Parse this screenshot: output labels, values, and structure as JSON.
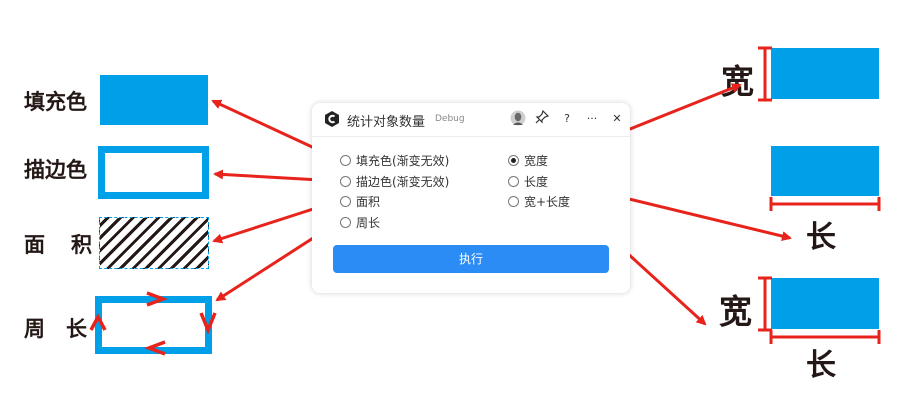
{
  "left_labels": {
    "fill": "填充色",
    "stroke": "描边色",
    "area_a": "面",
    "area_b": "积",
    "perimeter_a": "周",
    "perimeter_b": "长"
  },
  "right_labels": {
    "width1": "宽",
    "length1": "长",
    "width2": "宽",
    "length2": "长"
  },
  "dialog": {
    "title": "统计对象数量",
    "tag": "Debug",
    "help": "?",
    "more": "···",
    "close": "✕",
    "radios_left": [
      {
        "label": "填充色(渐变无效)",
        "selected": false
      },
      {
        "label": "描边色(渐变无效)",
        "selected": false
      },
      {
        "label": "面积",
        "selected": false
      },
      {
        "label": "周长",
        "selected": false
      }
    ],
    "radios_right": [
      {
        "label": "宽度",
        "selected": true
      },
      {
        "label": "长度",
        "selected": false
      },
      {
        "label": "宽+长度",
        "selected": false
      }
    ],
    "run_label": "执行"
  },
  "colors": {
    "shape_blue": "#00a0e9",
    "arrow_red": "#e8231c",
    "button_blue": "#2c8cf6",
    "label_dark": "#231815"
  }
}
